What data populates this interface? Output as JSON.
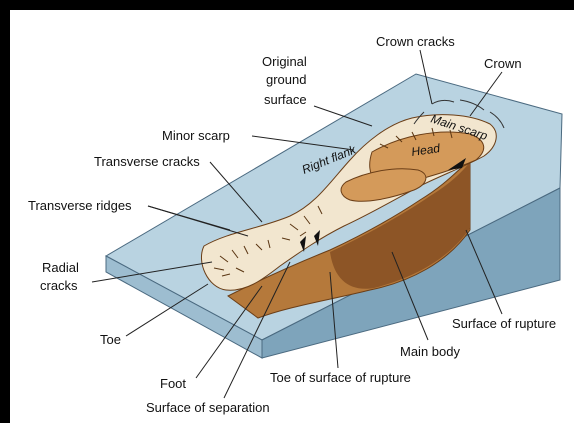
{
  "labels": {
    "crown_cracks": "Crown cracks",
    "crown": "Crown",
    "original_ground_surface_1": "Original",
    "original_ground_surface_2": "ground",
    "original_ground_surface_3": "surface",
    "minor_scarp": "Minor scarp",
    "transverse_cracks": "Transverse cracks",
    "transverse_ridges": "Transverse ridges",
    "radial_cracks_1": "Radial",
    "radial_cracks_2": "cracks",
    "toe": "Toe",
    "foot": "Foot",
    "surface_of_separation": "Surface of separation",
    "toe_of_surface_of_rupture": "Toe of surface of rupture",
    "main_body": "Main body",
    "surface_of_rupture": "Surface of rupture",
    "right_flank": "Right flank",
    "main_scarp": "Main scarp",
    "head": "Head"
  },
  "colors": {
    "ground_top": "#b9d3e1",
    "ground_side": "#7ea4bb",
    "ground_front": "#9dbdd0",
    "slide_body": "#b5793b",
    "slide_dark": "#8d5526",
    "slide_light": "#f2e6cf",
    "head_block": "#d49a5a"
  }
}
